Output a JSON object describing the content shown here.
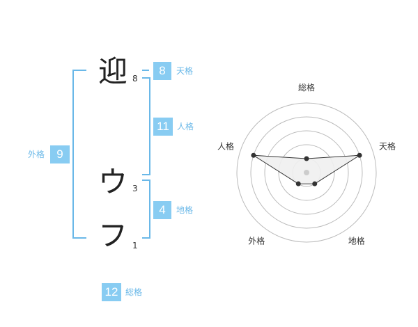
{
  "characters": [
    {
      "char": "迎",
      "strokes": "8"
    },
    {
      "char": "ウ",
      "strokes": "3"
    },
    {
      "char": "フ",
      "strokes": "1"
    }
  ],
  "grids": {
    "tenkaku": {
      "value": "8",
      "label": "天格"
    },
    "jinkaku": {
      "value": "11",
      "label": "人格"
    },
    "chikaku": {
      "value": "4",
      "label": "地格"
    },
    "gaikaku": {
      "value": "9",
      "label": "外格"
    },
    "soukaku": {
      "value": "12",
      "label": "総格"
    }
  },
  "colors": {
    "accent": "#88ccf2",
    "bracket": "#6ab8e8",
    "text": "#222222"
  },
  "chart_data": {
    "type": "radar",
    "axes": [
      "総格",
      "天格",
      "地格",
      "外格",
      "人格"
    ],
    "values": [
      1,
      4,
      1,
      1,
      4
    ],
    "max": 5,
    "rings": 5
  }
}
